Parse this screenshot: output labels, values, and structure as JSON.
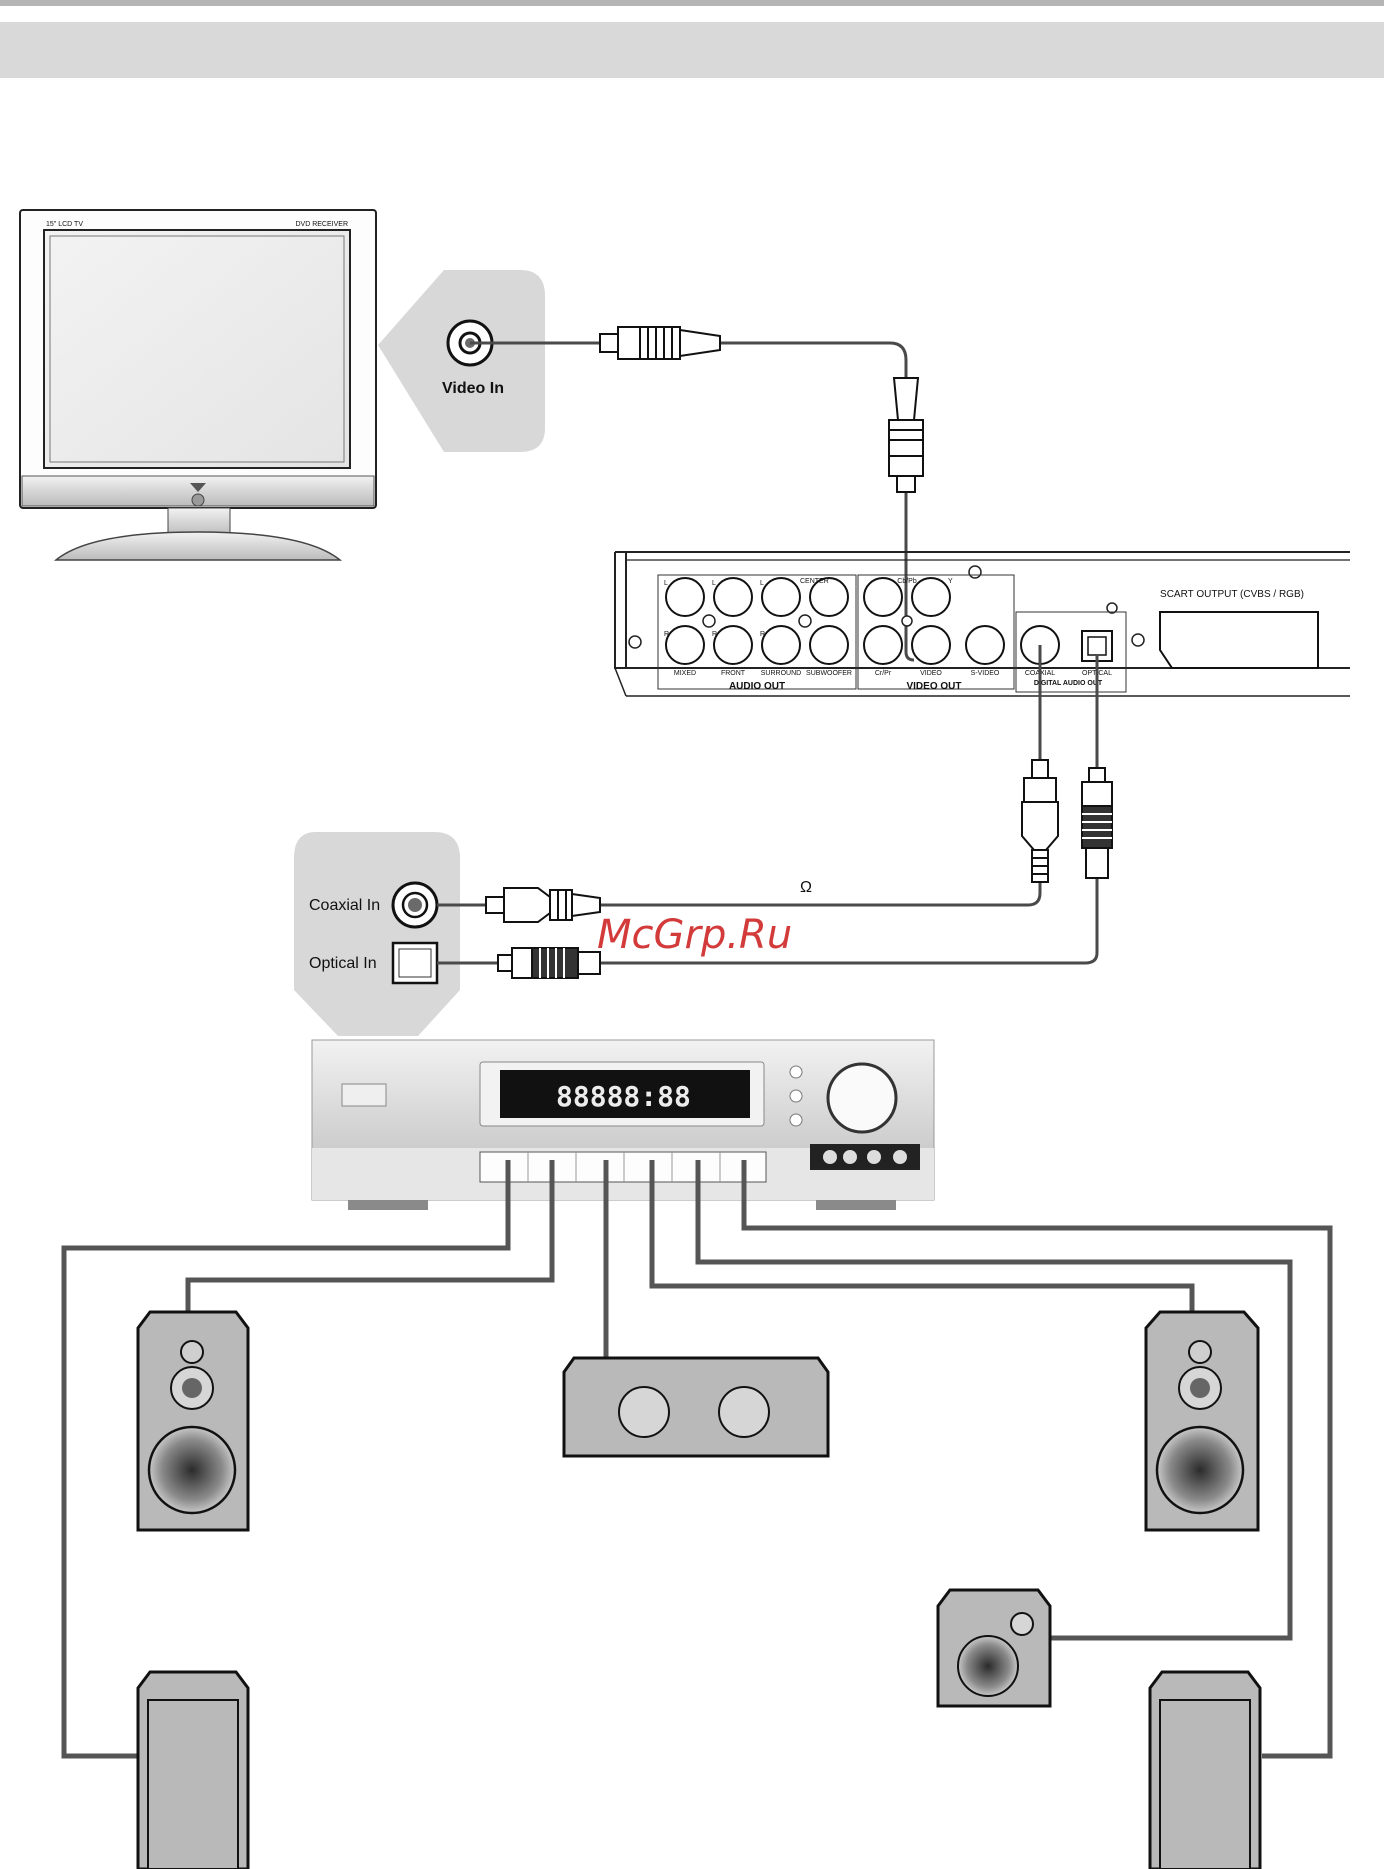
{
  "tv": {
    "video_in_label": "Video In",
    "brand_left": "15\" LCD TV",
    "brand_right": "DVD RECEIVER"
  },
  "dvd_panel": {
    "scart_label": "SCART OUTPUT (CVBS / RGB)",
    "audio_out_label": "AUDIO OUT",
    "video_out_label": "VIDEO OUT",
    "digital_audio_out_label": "DIGITAL AUDIO OUT",
    "jack_labels": {
      "mixed": "MIXED",
      "front": "FRONT",
      "surround": "SURROUND",
      "subwoofer": "SUBWOOFER",
      "center": "CENTER",
      "cb_pb": "Cb/Pb",
      "cr_pr": "Cr/Pr",
      "y": "Y",
      "video": "VIDEO",
      "s_video": "S-VIDEO",
      "coaxial": "COAXIAL",
      "optical": "OPTICAL",
      "l": "L",
      "r": "R"
    }
  },
  "receiver": {
    "coaxial_in_label": "Coaxial In",
    "optical_in_label": "Optical In",
    "display_text": "88888:88",
    "ohm_symbol": "Ω"
  },
  "watermark": "McGrp.Ru",
  "colors": {
    "header_band": "#d9d9d9",
    "speaker_fill": "#b9b9b9",
    "cable": "#4a4a4a",
    "callout": "#d8d8d8",
    "watermark": "#d33a3a"
  }
}
